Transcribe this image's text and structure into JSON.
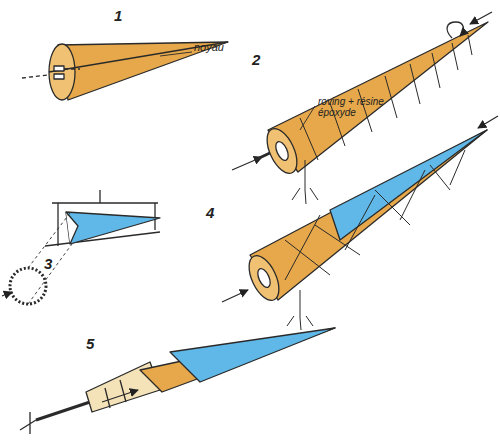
{
  "diagram": {
    "labels": [
      "1",
      "noyau",
      "2",
      "roving + résine époxyde",
      "3",
      "4",
      "5"
    ]
  }
}
